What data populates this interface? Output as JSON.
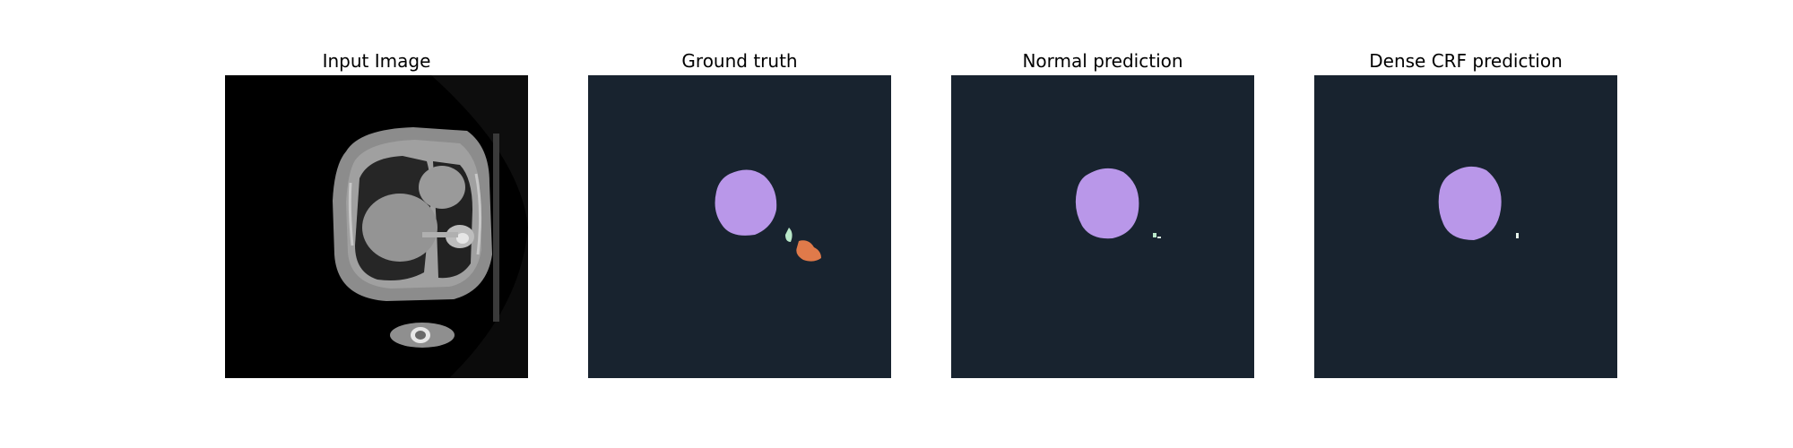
{
  "panels": [
    {
      "title": "Input Image",
      "content": "ct-scan"
    },
    {
      "title": "Ground truth",
      "content": "segmentation-mask"
    },
    {
      "title": "Normal prediction",
      "content": "segmentation-mask"
    },
    {
      "title": "Dense CRF prediction",
      "content": "segmentation-mask"
    }
  ],
  "colors": {
    "mask_background": "#18232f",
    "class_purple": "#b997e9",
    "class_orange": "#e07a4a",
    "class_mint": "#b9e8c9",
    "ct_black": "#000000",
    "ct_soft_tissue": "#8a8a8a",
    "ct_lung": "#2a2a2a",
    "ct_bone": "#e6e6e6"
  }
}
